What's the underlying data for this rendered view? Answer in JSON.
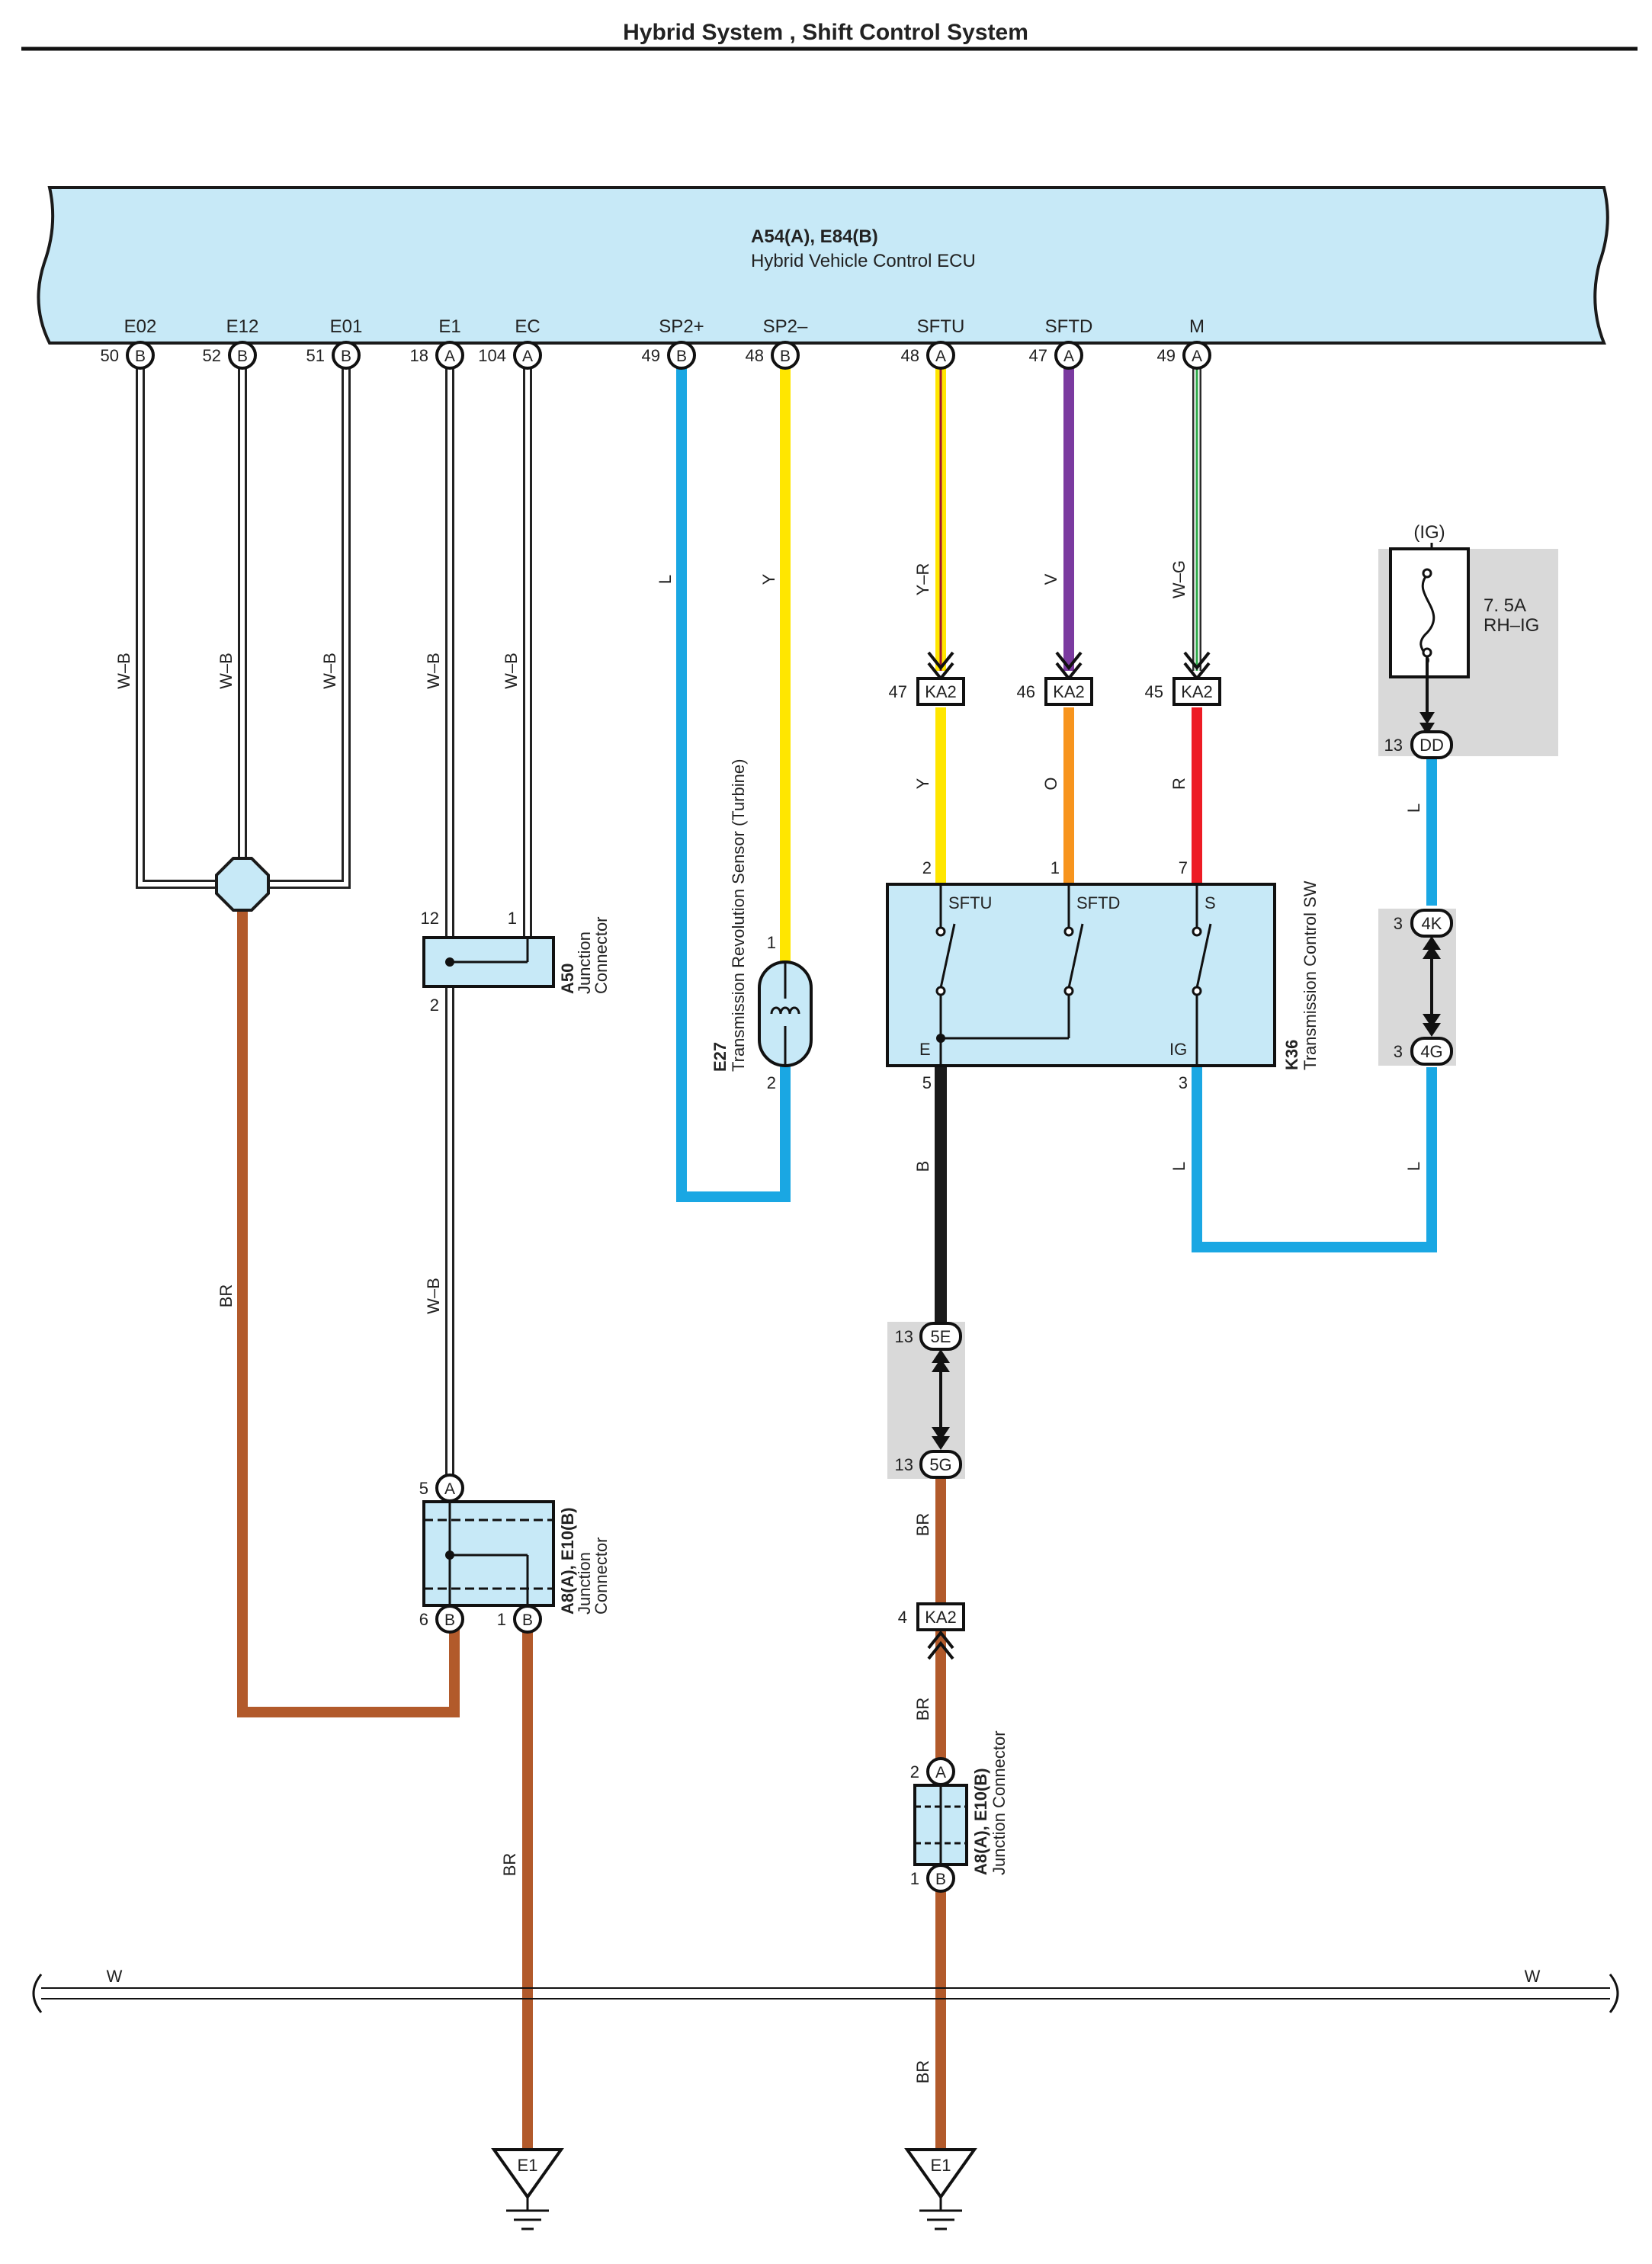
{
  "title": "Hybrid System , Shift Control System",
  "ecu": {
    "code": "A54(A), E84(B)",
    "name": "Hybrid Vehicle Control ECU"
  },
  "terminals": [
    {
      "label": "E02",
      "pin": "50",
      "conn": "B"
    },
    {
      "label": "E12",
      "pin": "52",
      "conn": "B"
    },
    {
      "label": "E01",
      "pin": "51",
      "conn": "B"
    },
    {
      "label": "E1",
      "pin": "18",
      "conn": "A"
    },
    {
      "label": "EC",
      "pin": "104",
      "conn": "A"
    },
    {
      "label": "SP2+",
      "pin": "49",
      "conn": "B"
    },
    {
      "label": "SP2–",
      "pin": "48",
      "conn": "B"
    },
    {
      "label": "SFTU",
      "pin": "48",
      "conn": "A"
    },
    {
      "label": "SFTD",
      "pin": "47",
      "conn": "A"
    },
    {
      "label": "M",
      "pin": "49",
      "conn": "A"
    }
  ],
  "wire_colors": {
    "W-B": "W–B",
    "L": "L",
    "Y": "Y",
    "Y-R": "Y–R",
    "V": "V",
    "W-G": "W–G",
    "O": "O",
    "R": "R",
    "B": "B",
    "BR": "BR",
    "W": "W"
  },
  "kc_pins": {
    "sftu": {
      "pin": "47",
      "code": "KA2"
    },
    "sftd": {
      "pin": "46",
      "code": "KA2"
    },
    "m": {
      "pin": "45",
      "code": "KA2"
    },
    "br": {
      "pin": "4",
      "code": "KA2"
    }
  },
  "fuse": {
    "source": "(IG)",
    "rating": "7. 5A",
    "name": "RH–IG",
    "conn_pin": "13",
    "conn_code": "DD"
  },
  "j4k": {
    "pin": "3",
    "code": "4K"
  },
  "j4g": {
    "pin": "3",
    "code": "4G"
  },
  "j5e": {
    "pin": "13",
    "code": "5E"
  },
  "j5g": {
    "pin": "13",
    "code": "5G"
  },
  "a50": {
    "code": "A50",
    "name": "Junction",
    "name2": "Connector",
    "pin12": "12",
    "pin1": "1",
    "pin2": "2"
  },
  "a8_left": {
    "code": "A8(A), E10(B)",
    "name": "Junction",
    "name2": "Connector",
    "pin5": "5",
    "pin6": "6",
    "pin1": "1",
    "conn_a": "A",
    "conn_b": "B"
  },
  "a8_right": {
    "code": "A8(A), E10(B)",
    "name": "Junction Connector",
    "pin2": "2",
    "pin1": "1",
    "conn_a": "A",
    "conn_b": "B"
  },
  "e27": {
    "code": "E27",
    "name": "Transmission Revolution Sensor (Turbine)",
    "pin1": "1",
    "pin2": "2"
  },
  "k36": {
    "code": "K36",
    "name": "Transmission Control SW",
    "pin2": "2",
    "pin1": "1",
    "pin7": "7",
    "pin5": "5",
    "pin3": "3",
    "sw1": "SFTU",
    "sw2": "SFTD",
    "sw3": "S",
    "e": "E",
    "ig": "IG"
  },
  "ground": {
    "label_left": "E1",
    "label_right": "E1"
  },
  "colors": {
    "ecu_fill": "#c7e9f7",
    "gray_box": "#d9d9d9",
    "blue": "#1aa7e3",
    "yellow": "#ffe600",
    "purple": "#7b3aa0",
    "orange": "#f7941d",
    "red": "#ed1c24",
    "black": "#1a1a1a",
    "brown": "#b25a2b",
    "green": "#2eaa4a",
    "maroon": "#a0182f"
  }
}
